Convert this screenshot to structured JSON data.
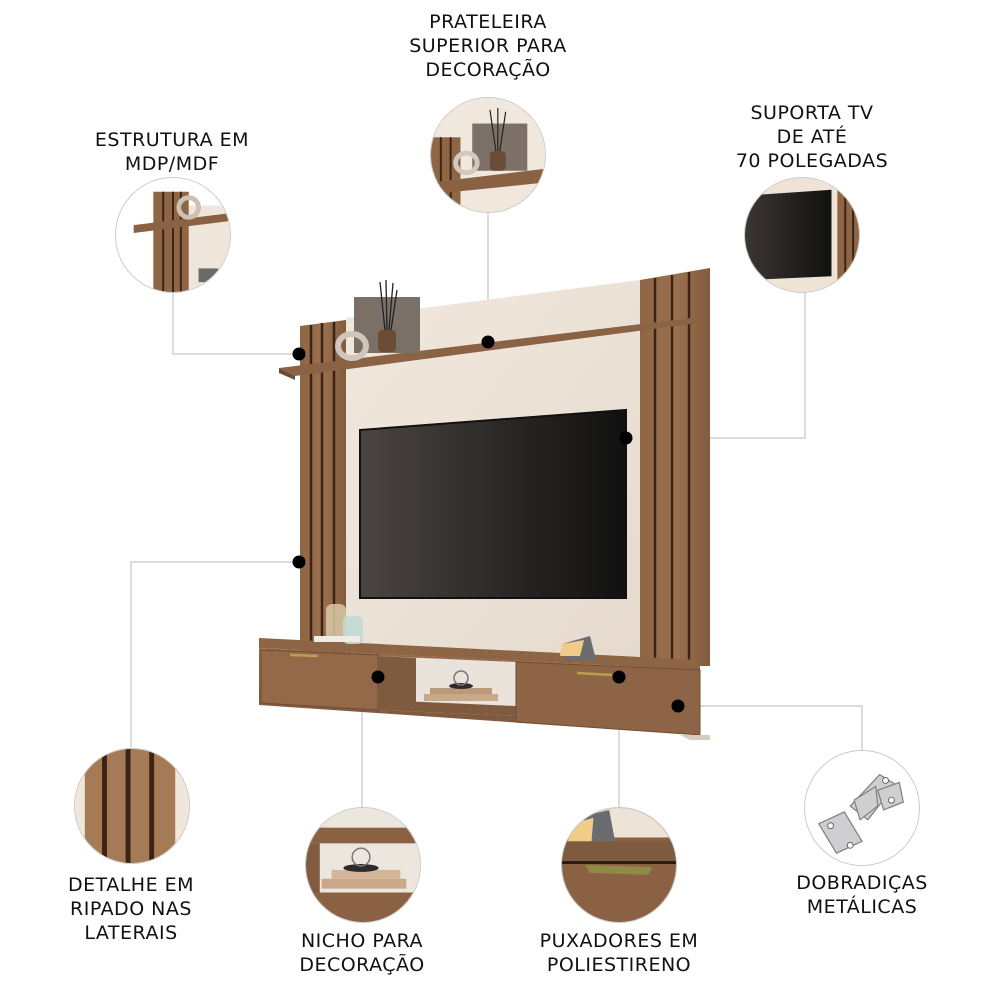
{
  "product": {
    "type": "painel-tv-suspenso",
    "colors": {
      "wood": "#8a6242",
      "wood_dark": "#3b2416",
      "panel": "#ede3d7",
      "tv": "#1e1c1b",
      "background": "#ffffff",
      "leader_line": "#bdbdbd",
      "hotspot": "#000000"
    }
  },
  "features": [
    {
      "id": "prateleira",
      "label": "PRATELEIRA\nSUPERIOR PARA\nDECORAÇÃO",
      "icon": "shelf-decor-detail"
    },
    {
      "id": "estrutura",
      "label": "ESTRUTURA EM\nMDP/MDF",
      "icon": "structure-detail"
    },
    {
      "id": "suporta_tv",
      "label": "SUPORTA TV\nDE ATÉ\n70 POLEGADAS",
      "icon": "tv-detail"
    },
    {
      "id": "ripado",
      "label": "DETALHE EM\nRIPADO NAS\nLATERAIS",
      "icon": "slatted-detail"
    },
    {
      "id": "nicho",
      "label": "NICHO PARA\nDECORAÇÃO",
      "icon": "niche-detail"
    },
    {
      "id": "puxadores",
      "label": "PUXADORES EM\nPOLIESTIRENO",
      "icon": "handle-detail"
    },
    {
      "id": "dobradicas",
      "label": "DOBRADIÇAS\nMETÁLICAS",
      "icon": "hinge-detail"
    }
  ]
}
